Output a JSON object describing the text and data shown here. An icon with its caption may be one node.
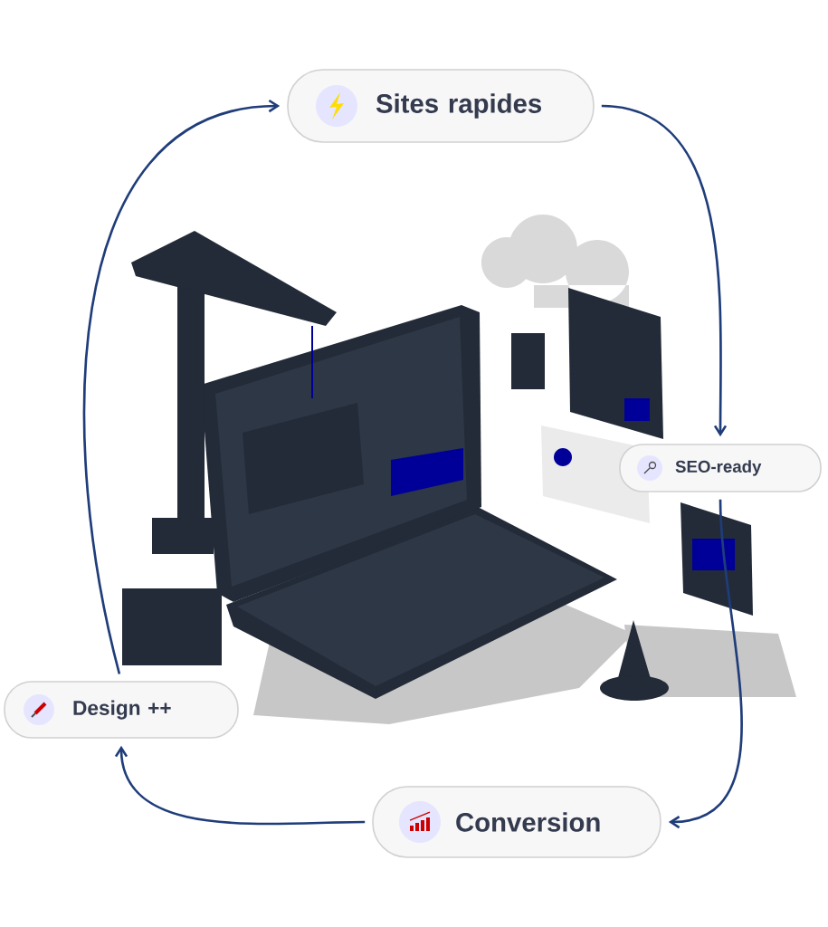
{
  "diagram": {
    "nodes": [
      {
        "text": [
          "Sites rapides"
        ]
      },
      {
        "text": [
          "SEO-ready"
        ]
      },
      {
        "text": [
          "Conversion"
        ]
      },
      {
        "text": [
          "Design ++"
        ]
      }
    ],
    "edges": [
      {
        "from": 3,
        "to": 0,
        "arrow": "to"
      },
      {
        "from": 0,
        "to": 1,
        "arrow": "to"
      },
      {
        "from": 1,
        "to": 2,
        "arrow": "to"
      },
      {
        "from": 2,
        "to": 3,
        "arrow": "to"
      }
    ]
  }
}
